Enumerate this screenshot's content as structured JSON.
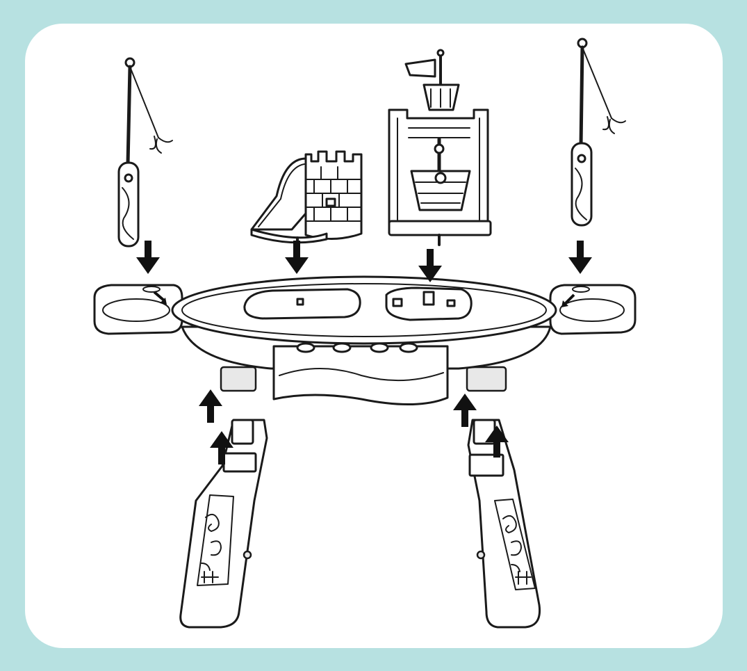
{
  "colors": {
    "frame": "#b7e1e1",
    "panel": "#ffffff",
    "line": "#1a1a1a",
    "arrow": "#111111"
  },
  "parts": [
    "fishing-rod-left",
    "castle-tower-with-slide",
    "castle-gate-with-bucket",
    "fishing-rod-right",
    "side-cup-left",
    "activity-tray",
    "side-cup-right",
    "leg-left",
    "leg-right"
  ]
}
